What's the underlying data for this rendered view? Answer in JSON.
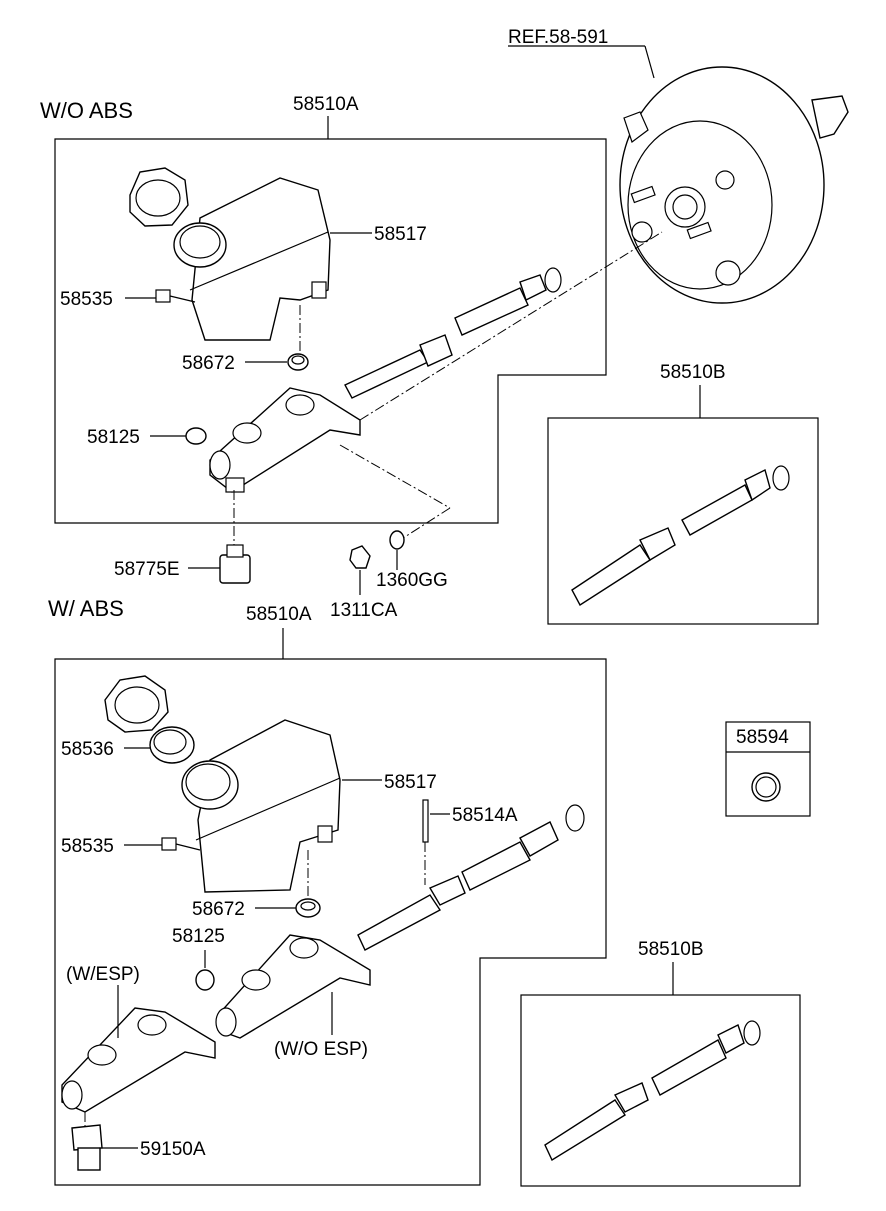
{
  "diagram": {
    "sections": {
      "without_abs": "W/O ABS",
      "with_abs": "W/ ABS"
    },
    "reference": "REF.58-591",
    "labels": {
      "assy_top": "58510A",
      "assy_bottom": "58510A",
      "kit_top": "58510B",
      "kit_bottom": "58510B",
      "reservoir_top": "58517",
      "reservoir_bottom": "58517",
      "sensor_top": "58535",
      "sensor_bottom": "58535",
      "grommet_top": "58672",
      "grommet_bottom": "58672",
      "plug_top": "58125",
      "plug_bottom": "58125",
      "fitting": "58775E",
      "washer": "1360GG",
      "nut": "1311CA",
      "strainer": "58536",
      "pin": "58514A",
      "switch": "59150A",
      "seal_kit": "58594",
      "with_esp": "(W/ESP)",
      "without_esp": "(W/O ESP)"
    }
  }
}
